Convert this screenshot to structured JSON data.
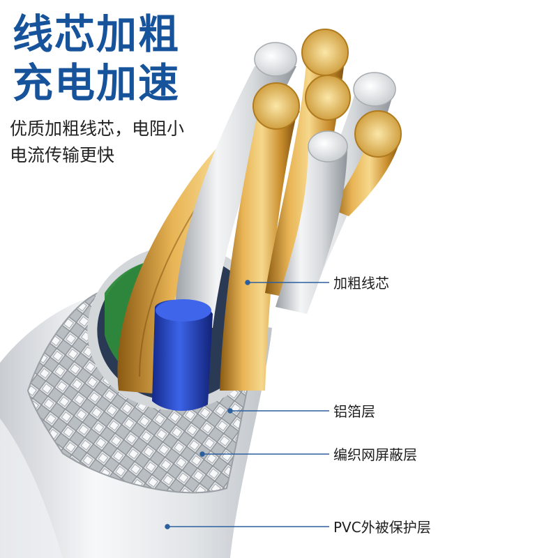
{
  "headline": {
    "line1": "线芯加粗",
    "line2": "充电加速"
  },
  "subtext": {
    "line1": "优质加粗线芯，电阻小",
    "line2": "电流传输更快"
  },
  "callouts": {
    "core": "加粗线芯",
    "foil": "铝箔层",
    "braid": "编织网屏蔽层",
    "jacket": "PVC外被保护层"
  },
  "colors": {
    "headline": "#17539b",
    "callout_line": "#2b5f9e",
    "copper": "#d9a441",
    "jacket": "#e9ecef",
    "blue_insulation": "#2447c9",
    "green_insulation": "#2d8a3a",
    "yellow_insulation": "#e5d84a"
  }
}
